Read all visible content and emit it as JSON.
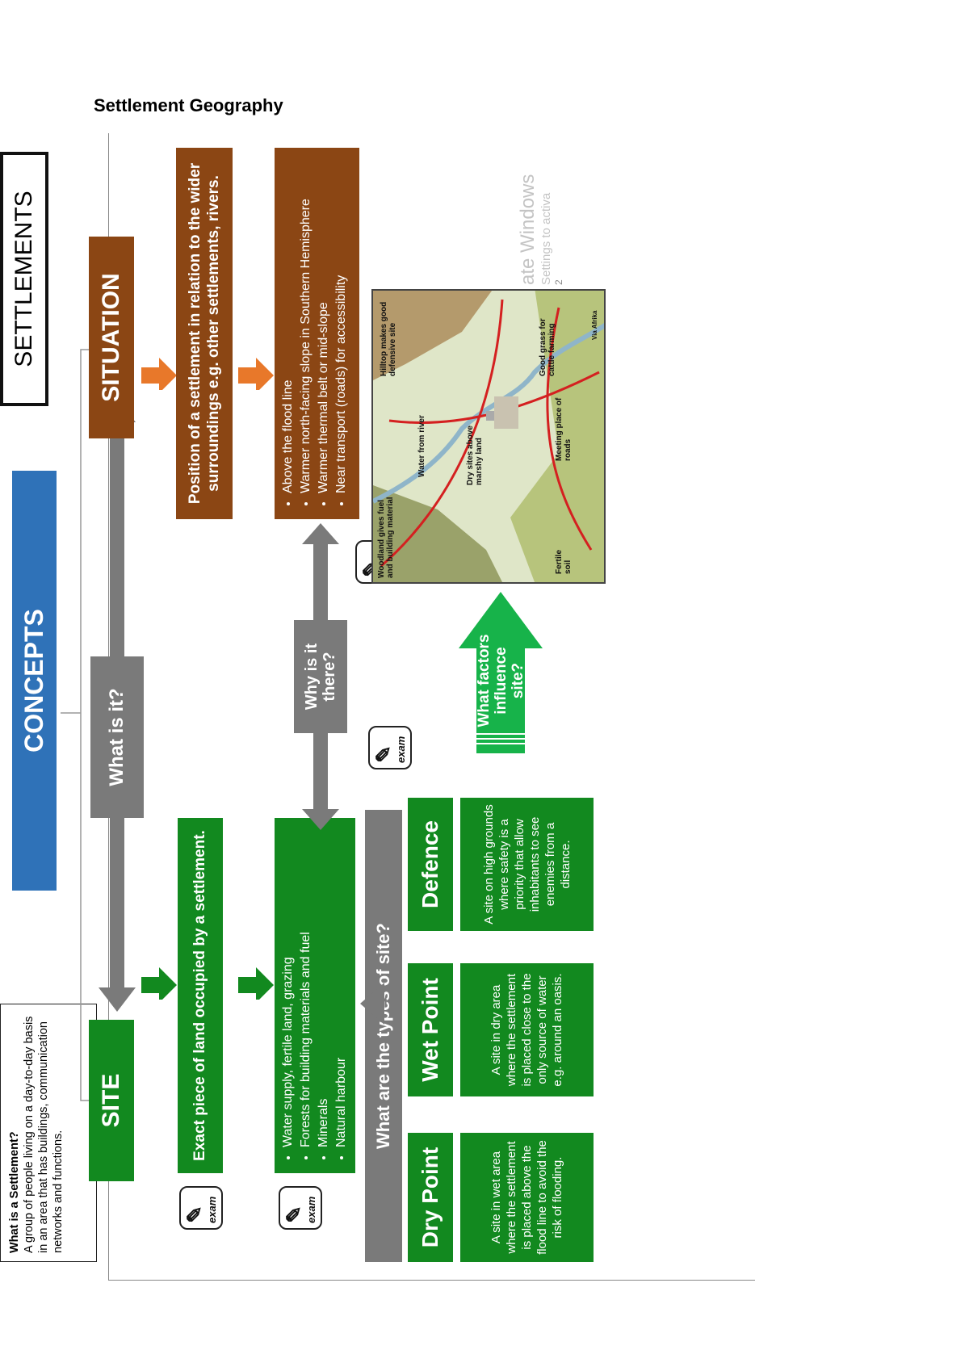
{
  "document": {
    "title": "Settlement Geography"
  },
  "header": {
    "settlements": "SETTLEMENTS",
    "concepts": "CONCEPTS"
  },
  "definition": {
    "question": "What is a Settlement?",
    "answer": "A group of people living on a day-to-day basis in an area that has buildings, communication networks and functions."
  },
  "site": {
    "label": "SITE",
    "definition": "Exact piece of land occupied by a settlement.",
    "factors": [
      "Water supply, fertile land, grazing",
      "Forests for building materials and fuel",
      "Minerals",
      "Natural harbour"
    ]
  },
  "situation": {
    "label": "SITUATION",
    "definition": "Position of a settlement in relation to the wider surroundings e.g. other settlements, rivers.",
    "factors": [
      "Above the flood line",
      "Warmer north-facing slope in Southern Hemisphere",
      "Warmer thermal belt or mid-slope",
      "Near transport  (roads) for accessibility"
    ]
  },
  "arrows": {
    "what_is_it": "What is it?",
    "why_is_it_there_1": "Why is it",
    "why_is_it_there_2": "there?",
    "types_question": "What are the types of site?",
    "factors_1": "What factors",
    "factors_2": "influence site?"
  },
  "site_types": [
    {
      "title": "Dry Point",
      "text": "A site in wet area where the settlement is placed above the flood line to avoid the risk of flooding."
    },
    {
      "title": "Wet Point",
      "text": "A site in dry area where the settlement is placed close to the only source of water e.g. around an oasis."
    },
    {
      "title": "Defence",
      "text": "A site on high grounds where safety is a priority that allow inhabitants to see enemies from a distance."
    }
  ],
  "illustration": {
    "labels": {
      "woodland": "Woodland gives fuel and building material",
      "water": "Water from river",
      "hilltop": "Hilltop makes good defensive site",
      "dry_sites": "Dry sites above marshy land",
      "fertile": "Fertile soil",
      "meeting": "Meeting place of roads",
      "grass": "Good grass for cattle farming",
      "credit": "Via Afrika"
    }
  },
  "exam_icon": {
    "word": "exam"
  },
  "watermark": {
    "line1": "ate Windows",
    "line2": "Settings to activa",
    "line3": "2"
  },
  "colors": {
    "green": "#12891f",
    "brown": "#8b4614",
    "grey": "#7a7a7a",
    "blue": "#2f72b8",
    "orange": "#e8782a",
    "bright_green": "#17b34a"
  }
}
